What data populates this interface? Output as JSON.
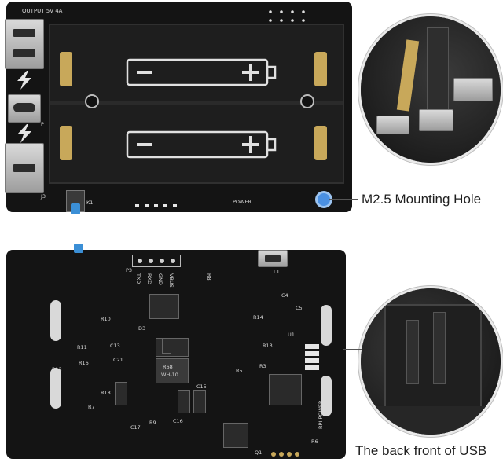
{
  "top_board": {
    "output_label": "OUTPUT 5V 4A",
    "power_label": "POWER",
    "k1_label": "K1",
    "j3_label": "J3",
    "p_label": "P"
  },
  "bottom_board": {
    "header_pins": [
      "TXD",
      "RXD",
      "GND",
      "VBUS"
    ],
    "p3_label": "P3",
    "r8_label": "R8",
    "l1_label": "L1",
    "u1_label": "U1",
    "q1_label": "Q1",
    "rpi_power_label": "RPI POWER",
    "small_labels": [
      "R14",
      "R13",
      "R12",
      "R11",
      "C4",
      "C5",
      "C13",
      "C15",
      "C16",
      "C17",
      "C21",
      "R16",
      "R18",
      "R5",
      "R3",
      "R6",
      "R7",
      "R9",
      "D3",
      "R10"
    ],
    "inductor_marking": "R68",
    "inductor_marking_2": "WH-10"
  },
  "callouts": {
    "mounting_hole": "M2.5 Mounting Hole",
    "usb_front": "The back front of USB"
  },
  "colors": {
    "pcb": "#141414",
    "mounting_hole_marker": "#4a90e2",
    "brass": "#c8a85a"
  }
}
